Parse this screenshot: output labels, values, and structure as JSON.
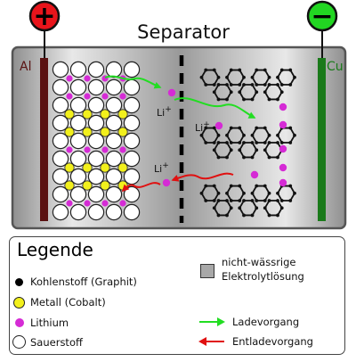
{
  "title": "Separator",
  "anode_label": "Al",
  "cathode_label": "Cu",
  "positive_symbol": "+",
  "negative_symbol": "−",
  "ion_label": "Li",
  "ion_charge": "+",
  "colors": {
    "positive_terminal": "#e8141b",
    "negative_terminal": "#22d622",
    "anode_plate": "#5a1212",
    "cathode_plate": "#1a7a1a",
    "lithium": "#d52bd5",
    "cobalt": "#f2f01c",
    "charge_arrow": "#22dd22",
    "discharge_arrow": "#e01010",
    "electrolyte": "#a8a8a8"
  },
  "legend": {
    "title": "Legende",
    "carbon": "Kohlenstoff (Graphit)",
    "metal": "Metall (Cobalt)",
    "lithium": "Lithium",
    "oxygen": "Sauerstoff",
    "electrolyte": "nicht-wässrige Elektrolytlösung",
    "charging": "Ladevorgang",
    "discharging": "Entladevorgang"
  }
}
